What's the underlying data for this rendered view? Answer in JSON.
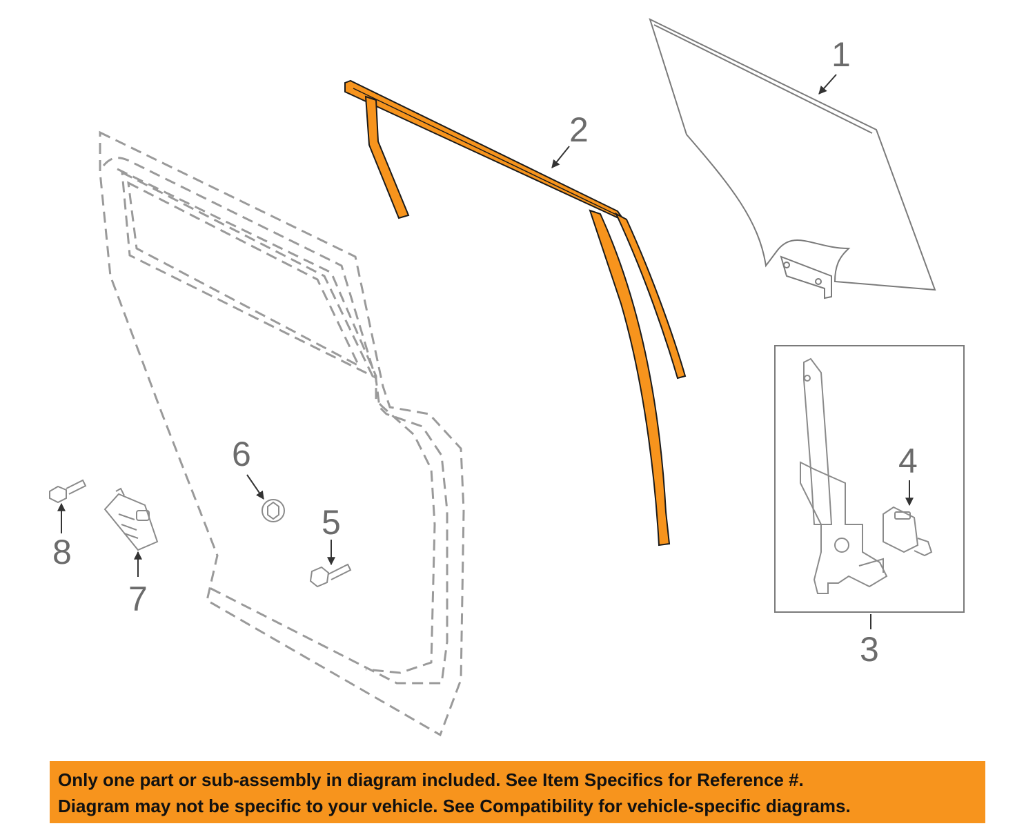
{
  "callouts": {
    "part1": "1",
    "part2": "2",
    "part3": "3",
    "part4": "4",
    "part5": "5",
    "part6": "6",
    "part7": "7",
    "part8": "8"
  },
  "highlight_color": "#f7941d",
  "banner": {
    "line1": "Only one part or sub-assembly in diagram included. See Item Specifics for Reference #.",
    "line2": "Diagram may not be specific to your vehicle. See Compatibility for vehicle-specific diagrams."
  }
}
